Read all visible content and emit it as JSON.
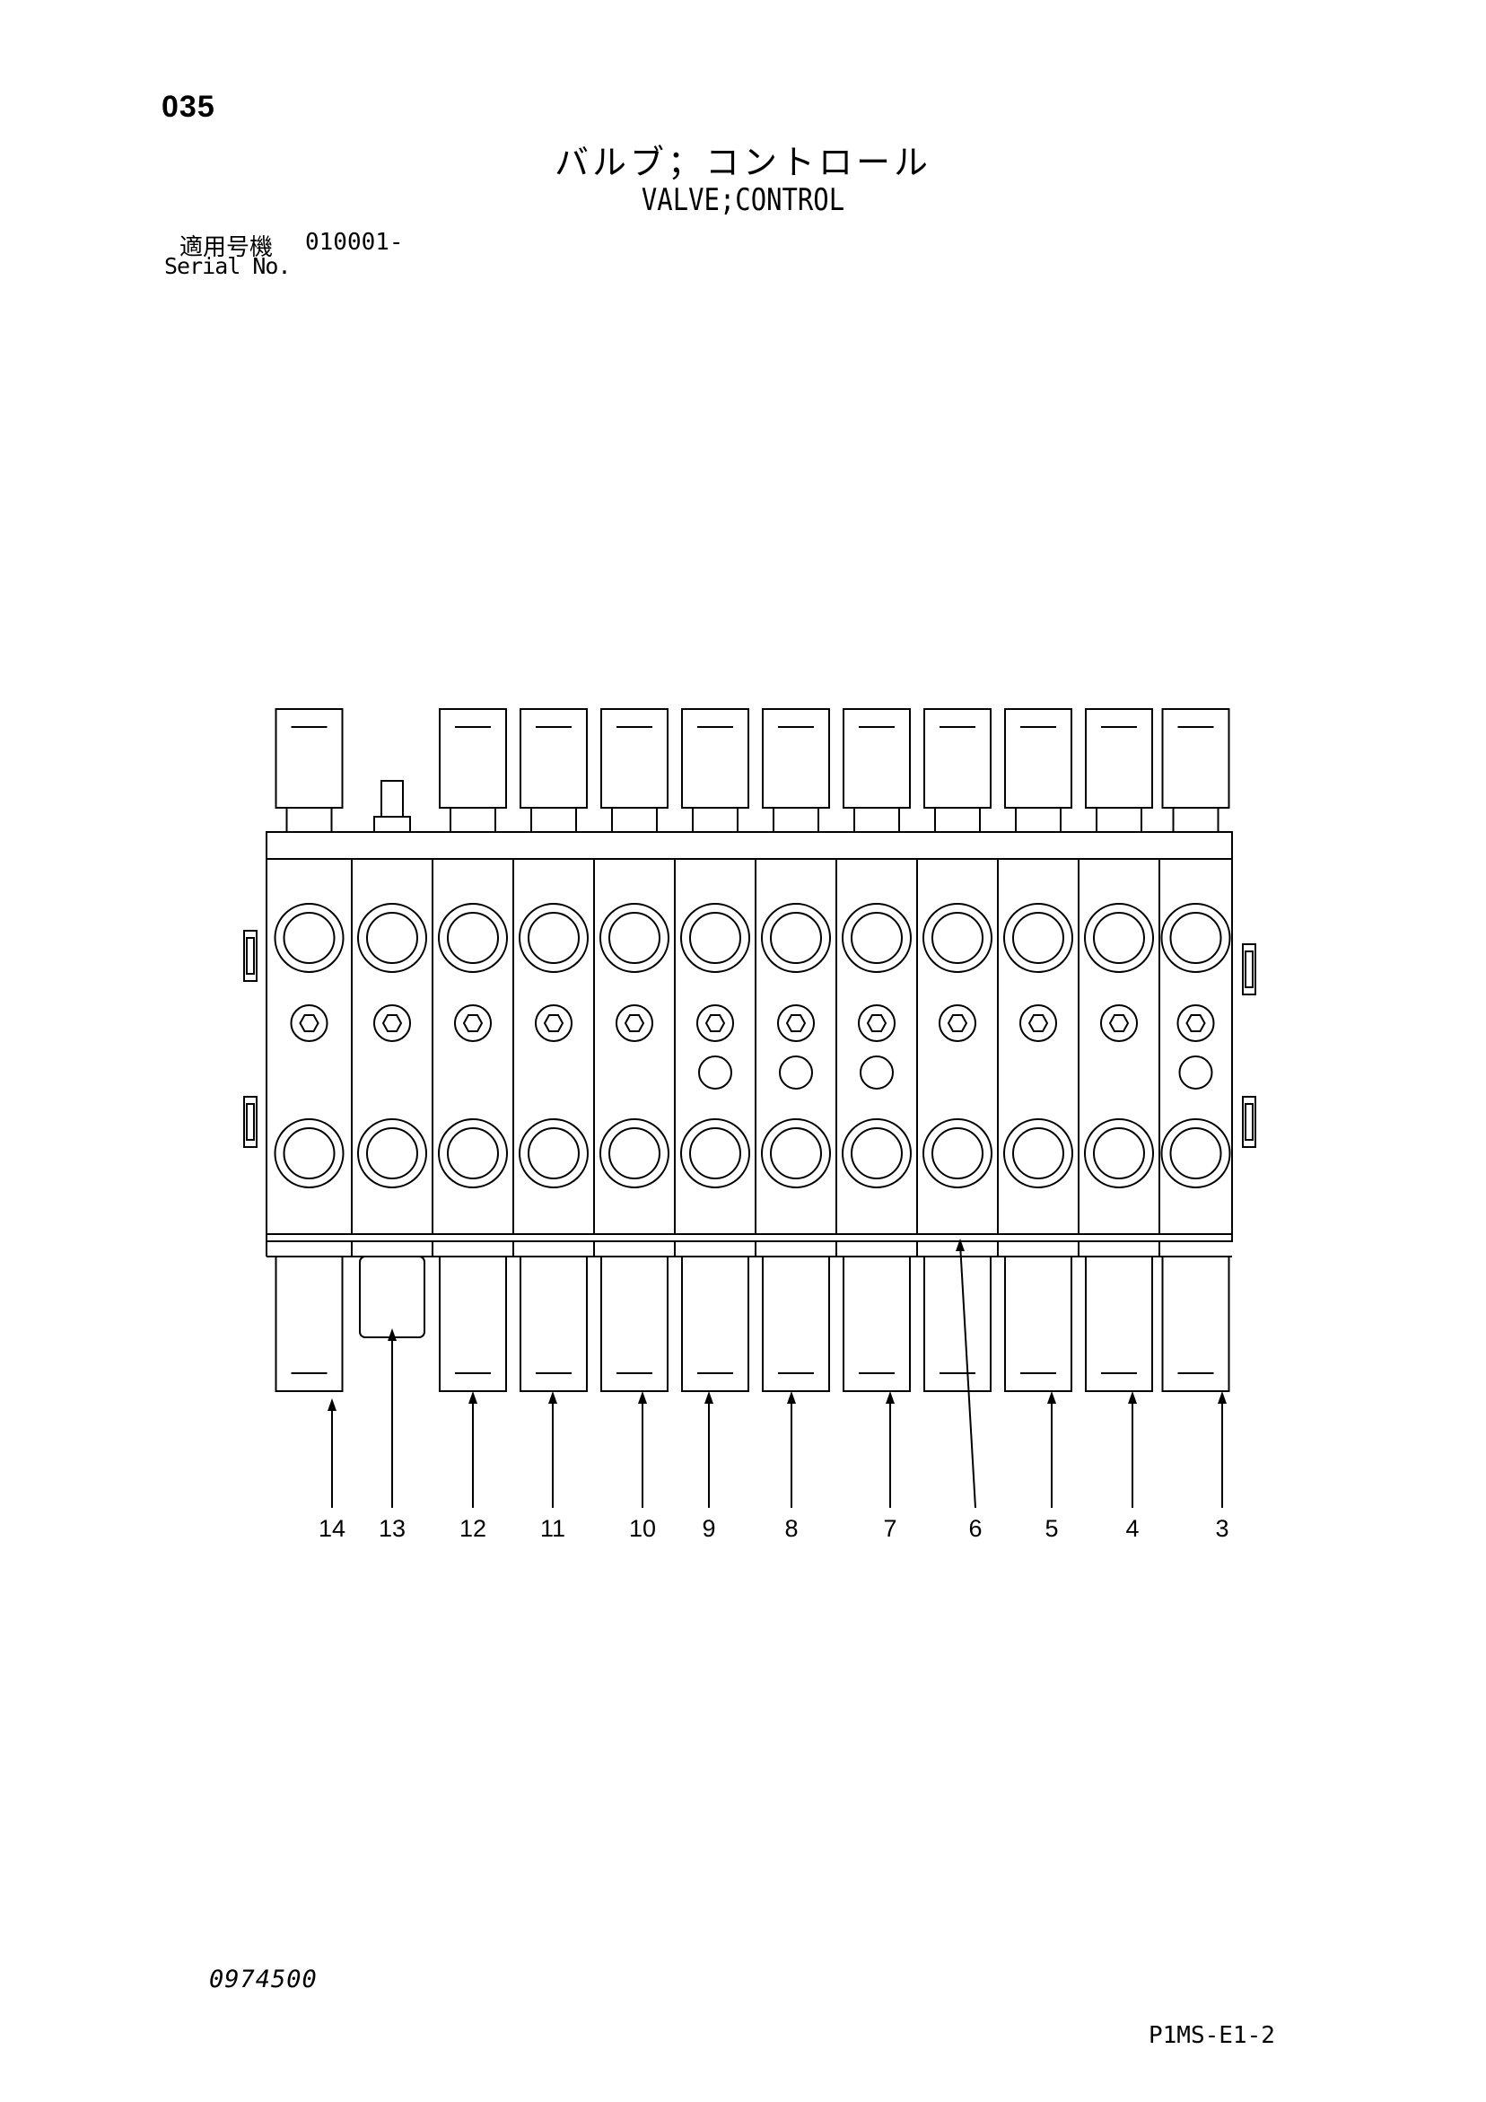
{
  "header": {
    "page_number": "035",
    "title_jp": "バルブ；コントロール",
    "title_en": "VALVE;CONTROL",
    "serial_label_jp": "適用号機",
    "serial_value": "010001-",
    "serial_label_en": "Serial No."
  },
  "diagram": {
    "callouts": [
      "14",
      "13",
      "12",
      "11",
      "10",
      "9",
      "8",
      "7",
      "6",
      "5",
      "4",
      "3"
    ]
  },
  "footer": {
    "drawing_number": "0974500",
    "sheet_code": "P1MS-E1-2"
  }
}
